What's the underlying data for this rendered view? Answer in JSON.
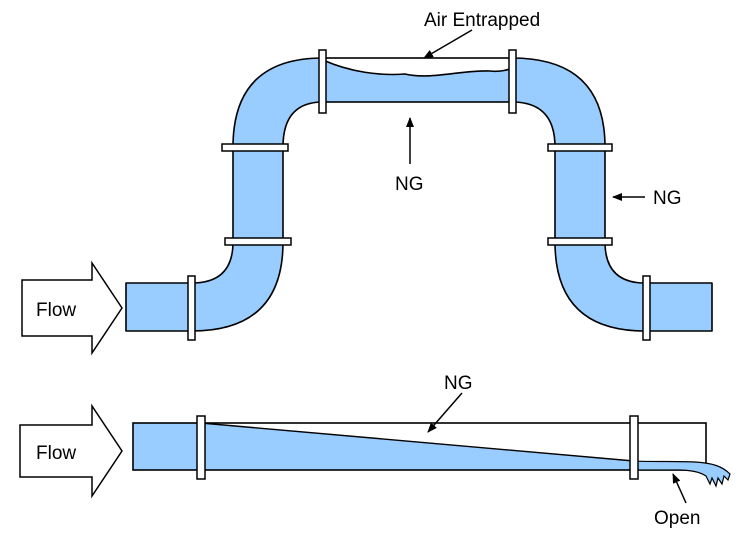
{
  "colors": {
    "water": "#99ccff",
    "outline": "#000000",
    "background": "#ffffff"
  },
  "top_diagram": {
    "air_label": "Air Entrapped",
    "ng_middle_label": "NG",
    "ng_right_label": "NG",
    "flow_label": "Flow"
  },
  "bottom_diagram": {
    "ng_label": "NG",
    "flow_label": "Flow",
    "open_label": "Open"
  }
}
